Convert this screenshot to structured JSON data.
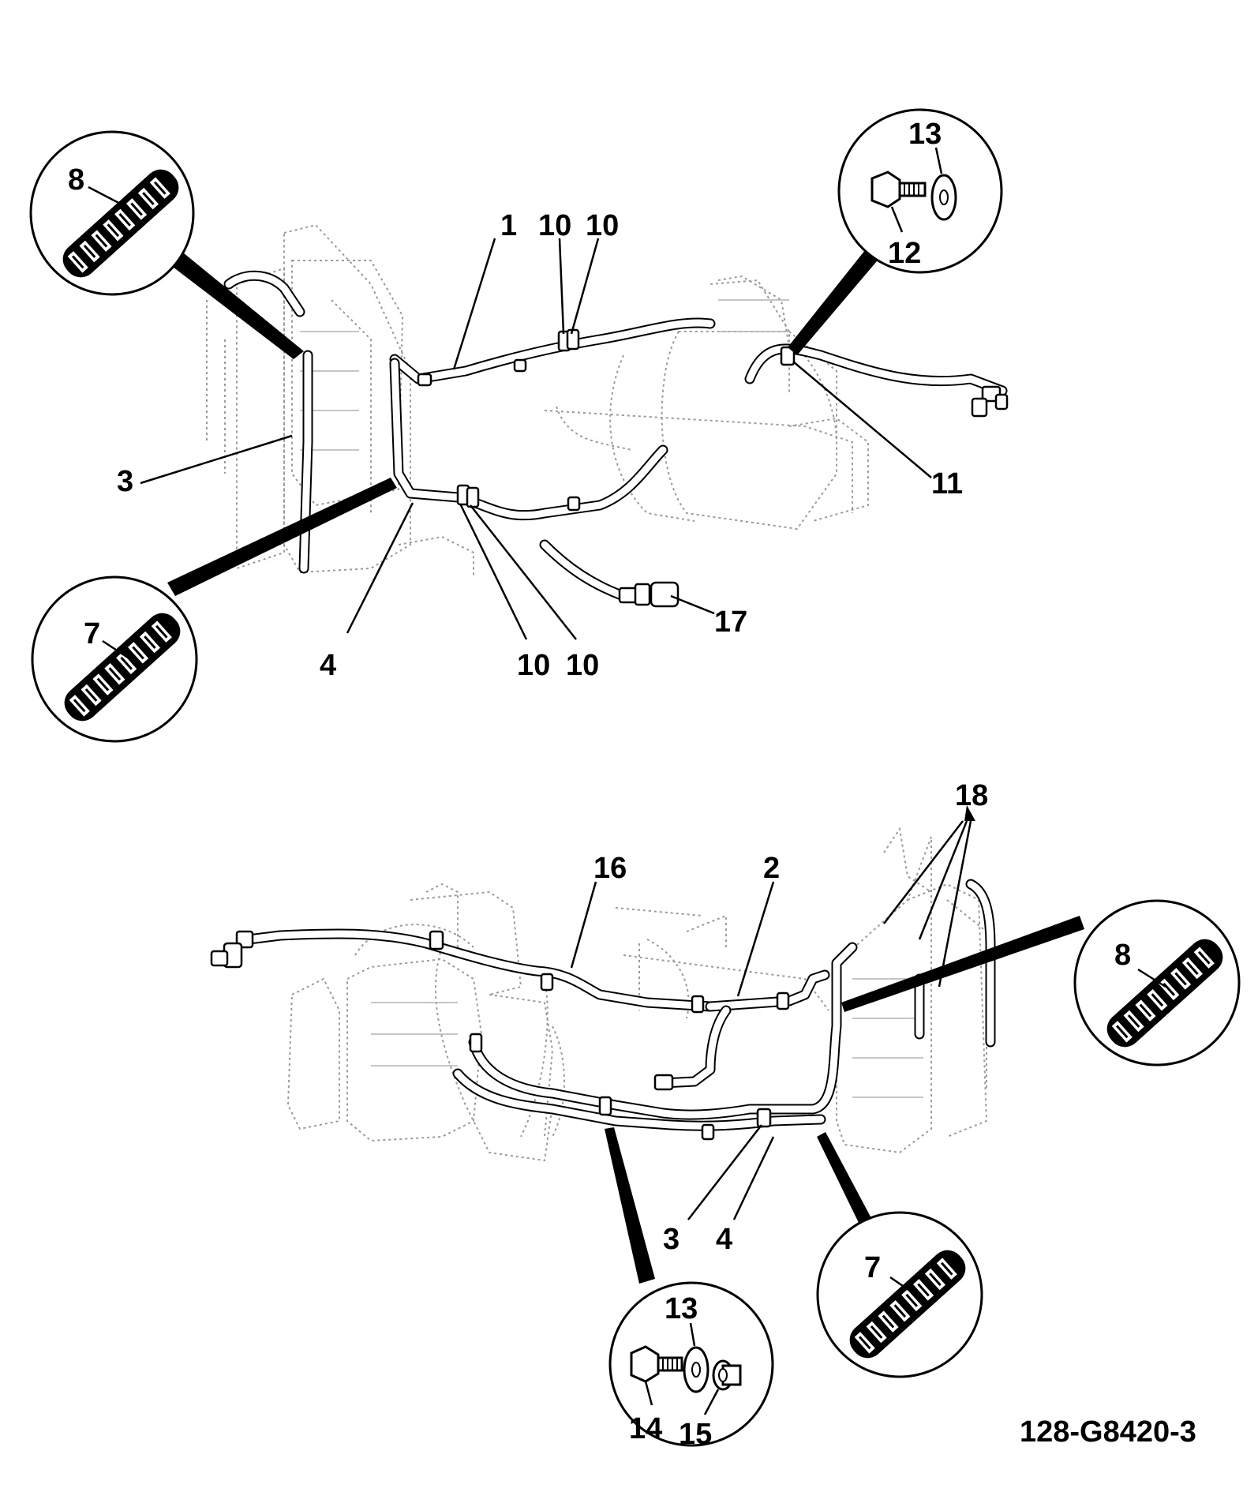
{
  "drawing_ref": "128-G8420-3",
  "callouts": {
    "top": {
      "c1": "1",
      "c10a": "10",
      "c10b": "10",
      "c10c": "10",
      "c10d": "10",
      "c3": "3",
      "c4": "4",
      "c7": "7",
      "c8": "8",
      "c11": "11",
      "c12": "12",
      "c13": "13",
      "c17": "17"
    },
    "bottom": {
      "c16": "16",
      "c2": "2",
      "c18": "18",
      "c8": "8",
      "c7": "7",
      "c3": "3",
      "c4": "4",
      "c13": "13",
      "c14": "14",
      "c15": "15"
    }
  }
}
